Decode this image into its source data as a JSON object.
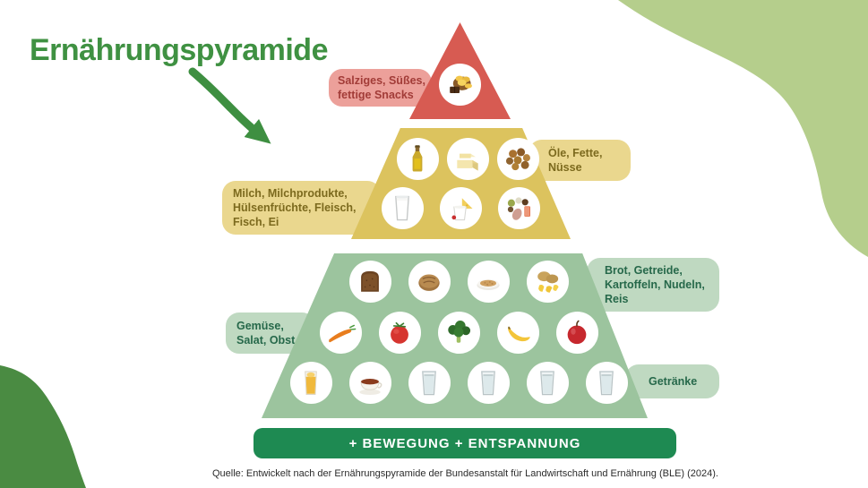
{
  "title": "Ernährungspyramide",
  "labels": {
    "snacks": "Salziges, Süßes,\nfettige Snacks",
    "fats": "Öle, Fette,\nNüsse",
    "dairy_protein": "Milch, Milchprodukte,\nHülsenfrüchte, Fleisch,\nFisch, Ei",
    "grains": "Brot, Getreide,\nKartoffeln, Nudeln,\nReis",
    "fruit_veg": "Gemüse,\nSalat, Obst",
    "drinks": "Getränke"
  },
  "base_bar": "+ BEWEGUNG + ENTSPANNUNG",
  "source": "Quelle: Entwickelt nach der Ernährungspyramide der Bundesanstalt für Landwirtschaft und Ernährung (BLE) (2024).",
  "food_rows": {
    "snacks": [
      "chips-and-chocolate-icon"
    ],
    "fats": [
      "oil-bottle-icon",
      "butter-icon",
      "nuts-icon"
    ],
    "dairy_protein": [
      "milk-glass-icon",
      "yogurt-and-cheese-icon",
      "legumes-fish-meat-icon"
    ],
    "grains": [
      "bread-slice-icon",
      "bread-roll-icon",
      "cereal-bowl-icon",
      "potatoes-and-pasta-icon"
    ],
    "fruit_veg": [
      "carrot-icon",
      "tomato-icon",
      "broccoli-icon",
      "banana-icon",
      "apple-icon"
    ],
    "drinks": [
      "juice-glass-icon",
      "tea-cup-icon",
      "water-glass-icon",
      "water-glass-icon",
      "water-glass-icon",
      "water-glass-icon"
    ]
  },
  "colors": {
    "title_green": "#3F9142",
    "arrow_green": "#3E8F41",
    "snacks_red": "#D75B52",
    "snacks_label_bg": "#ECA09A",
    "snacks_label_text": "#A23C38",
    "fats_yellow": "#DCC35E",
    "fats_label_bg": "#EAD78E",
    "fats_label_text": "#7C6A1E",
    "greens_layer": "#9CC49E",
    "greens_label_bg": "#BFD9C1",
    "greens_label_text": "#26684A",
    "base_bar_green": "#1E8A52",
    "base_bar_text": "#FFFFFF",
    "blob_top_right": "#B5CE8C",
    "blob_bottom_left": "#4A8B42",
    "background": "#FFFFFF"
  }
}
